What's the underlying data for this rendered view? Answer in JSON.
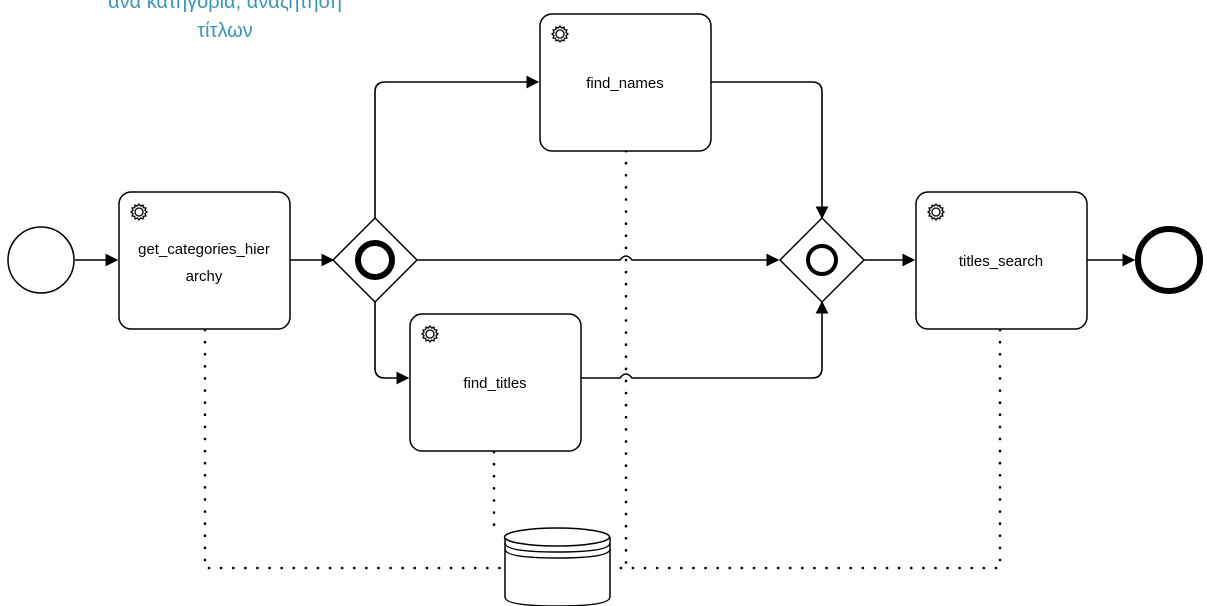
{
  "annotation": {
    "line1": "ανά κατηγορία, αναζήτηση",
    "line2": "τίτλων"
  },
  "tasks": {
    "get_categories_hierarchy": {
      "line1": "get_categories_hier",
      "line2": "archy",
      "icon": "gear-icon"
    },
    "find_names": {
      "label": "find_names",
      "icon": "gear-icon"
    },
    "find_titles": {
      "label": "find_titles",
      "icon": "gear-icon"
    },
    "titles_search": {
      "label": "titles_search",
      "icon": "gear-icon"
    }
  },
  "gateways": [
    {
      "name": "split-gateway",
      "type": "inclusive"
    },
    {
      "name": "join-gateway",
      "type": "inclusive"
    }
  ],
  "events": [
    {
      "name": "start-event",
      "type": "start"
    },
    {
      "name": "end-event",
      "type": "end"
    }
  ],
  "data_store": {
    "icon": "database-icon"
  }
}
